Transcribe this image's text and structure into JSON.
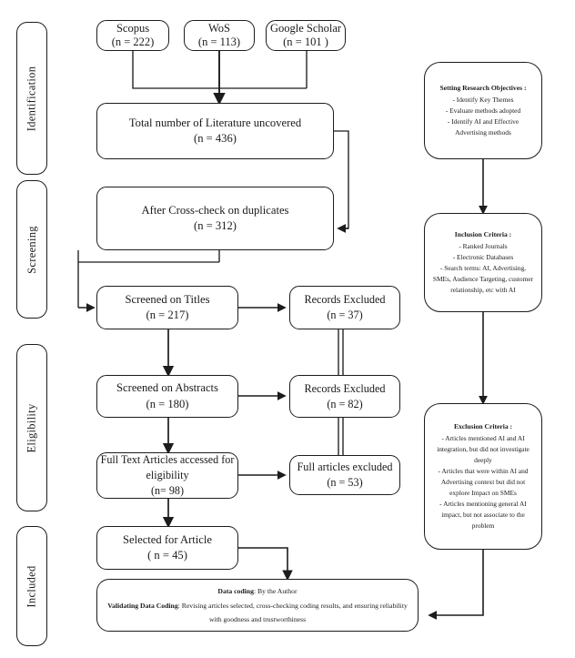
{
  "diagram": {
    "title": "PRISMA Flow Diagram",
    "line_color": "#1c1c1c",
    "background": "#ffffff"
  },
  "stages": [
    {
      "label": "Identification"
    },
    {
      "label": "Screening"
    },
    {
      "label": "Eligibility"
    },
    {
      "label": "Included"
    }
  ],
  "sources": [
    {
      "name": "Scopus",
      "count": "(n = 222)"
    },
    {
      "name": "WoS",
      "count": "(n = 113)"
    },
    {
      "name": "Google Scholar",
      "count": "(n = 101 )"
    }
  ],
  "flow": {
    "total": {
      "label": "Total number of Literature uncovered",
      "count": "(n = 436)"
    },
    "duplicates": {
      "label": "After Cross-check on duplicates",
      "count": "(n = 312)"
    },
    "titles": {
      "label": "Screened on Titles",
      "count": "(n = 217)"
    },
    "abstracts": {
      "label": "Screened on Abstracts",
      "count": "(n = 180)"
    },
    "fulltext": {
      "label1": "Full Text Articles accessed for",
      "label2": "eligibility",
      "count": "(n= 98)"
    },
    "selected": {
      "label": "Selected for Article",
      "count": "( n = 45)"
    }
  },
  "excluded": {
    "titles": {
      "label": "Records Excluded",
      "count": "(n = 37)"
    },
    "abstracts": {
      "label": "Records Excluded",
      "count": "(n = 82)"
    },
    "fulltext": {
      "label": "Full articles excluded",
      "count": "(n = 53)"
    }
  },
  "criteria": {
    "objectives": {
      "heading": "Setting Research Objectives :",
      "items": [
        "- Identify Key Themes",
        "- Evaluate methods adopted",
        "-  Identify AI and Effective Advertising methods"
      ]
    },
    "inclusion": {
      "heading": "Inclusion Criteria :",
      "items": [
        "- Ranked Journals",
        "- Electronic Databases",
        "- Search terms: AI, Advertising, SMEs, Audience Targeting, customer relationship, etc  with AI"
      ]
    },
    "exclusion": {
      "heading": "Exclusion Criteria :",
      "items": [
        "- Articles mentioned AI and AI integration, but did not investigate deeply",
        "- Articles that were within  AI and Advertising context but did not explore Impact on SMEs",
        "- Articles mentioning general AI impact, but not associate to the problem"
      ]
    }
  },
  "coding": {
    "line1_label": "Data coding",
    "line1_value": ": By the Author",
    "line2_label": "Validating Data Coding",
    "line2_value": ": Revising articles selected, cross-checking coding results, and ensuring reliability with goodness and trustworthiness"
  }
}
